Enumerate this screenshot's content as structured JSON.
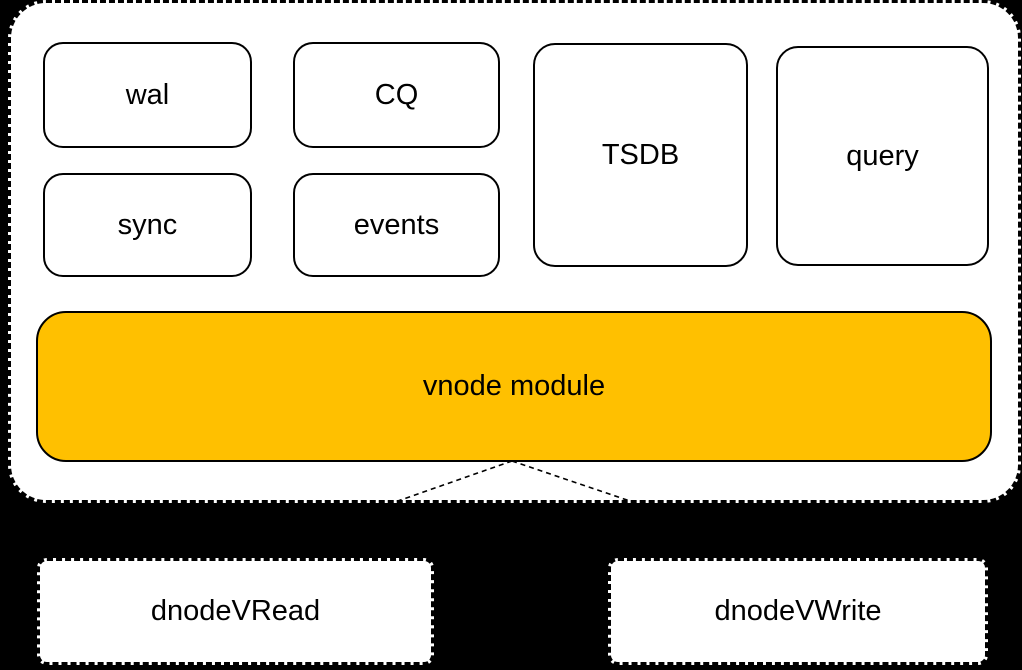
{
  "diagram": {
    "background_color": "#000000",
    "panel_color": "#ffffff",
    "accent_color": "#ffc000",
    "border_color": "#000000",
    "modules": [
      {
        "label": "wal"
      },
      {
        "label": "CQ"
      },
      {
        "label": "sync"
      },
      {
        "label": "events"
      },
      {
        "label": "TSDB"
      },
      {
        "label": "query"
      }
    ],
    "vnode": {
      "label": "vnode module"
    },
    "dnodes": [
      {
        "label": "dnodeVRead"
      },
      {
        "label": "dnodeVWrite"
      }
    ]
  }
}
